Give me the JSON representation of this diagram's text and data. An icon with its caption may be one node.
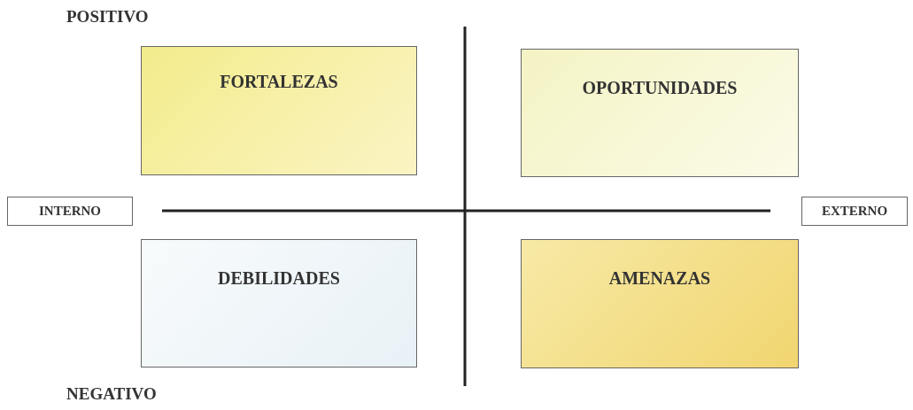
{
  "diagram": {
    "nodes": [
      {
        "text": [
          "FORTALEZAS"
        ]
      },
      {
        "text": [
          "OPORTUNIDADES"
        ]
      },
      {
        "text": [
          "INTERNO"
        ]
      },
      {
        "text": [
          "EXTERNO"
        ]
      },
      {
        "text": [
          "DEBILIDADES"
        ]
      },
      {
        "text": [
          "AMENAZAS"
        ]
      }
    ],
    "labels": [
      "POSITIVO",
      "NEGATIVO"
    ]
  }
}
